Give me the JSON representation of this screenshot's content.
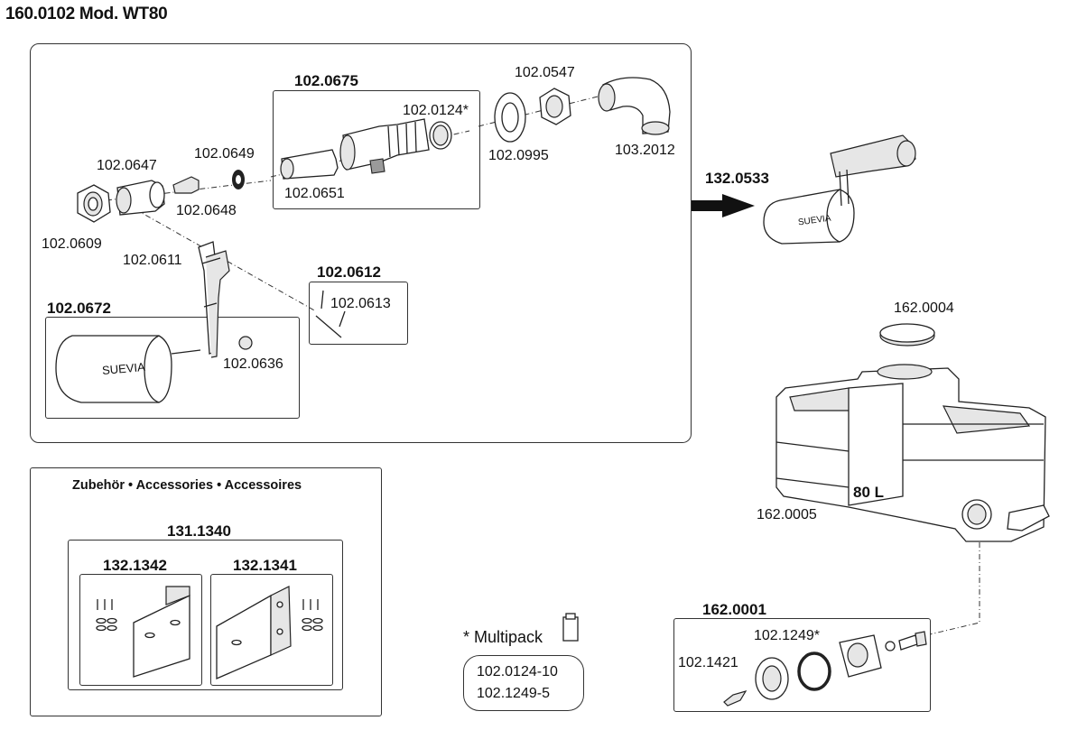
{
  "title": "160.0102 Mod. WT80",
  "parts": {
    "p102_0675": "102.0675",
    "p102_0547": "102.0547",
    "p102_0124s": "102.0124*",
    "p102_0649": "102.0649",
    "p102_0647": "102.0647",
    "p102_0995": "102.0995",
    "p103_2012": "103.2012",
    "p102_0651": "102.0651",
    "p102_0648": "102.0648",
    "p102_0609": "102.0609",
    "p102_0611": "102.0611",
    "p102_0612": "102.0612",
    "p102_0613": "102.0613",
    "p102_0672": "102.0672",
    "p102_0636": "102.0636",
    "p132_0533": "132.0533",
    "p162_0004": "162.0004",
    "p162_0005": "162.0005",
    "p162_0001": "162.0001",
    "p102_1249s": "102.1249*",
    "p102_1421": "102.1421"
  },
  "float_brand": "SUEVIA",
  "tank_volume": "80 L",
  "accessories": {
    "heading": "Zubehör • Accessories • Accessoires",
    "set": "131.1340",
    "left": "132.1342",
    "right": "132.1341"
  },
  "multipack": {
    "label": "* Multipack",
    "items": [
      "102.0124-10",
      "102.1249-5"
    ]
  }
}
